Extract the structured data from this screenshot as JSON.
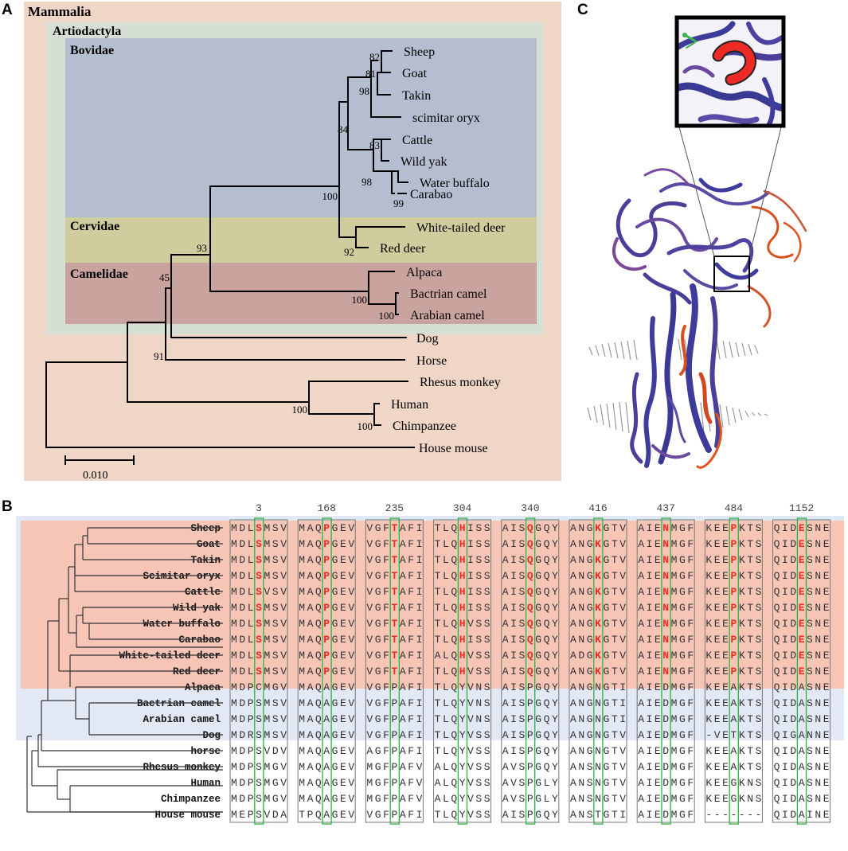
{
  "panels": {
    "a": "A",
    "b": "B",
    "c": "C"
  },
  "tree_a": {
    "groups": {
      "mammalia": "Mammalia",
      "artiodactyla": "Artiodactyla",
      "bovidae": "Bovidae",
      "cervidae": "Cervidae",
      "camelidae": "Camelidae"
    },
    "taxa": [
      "Sheep",
      "Goat",
      "Takin",
      "scimitar oryx",
      "Cattle",
      "Wild yak",
      "Water buffalo",
      "Carabao",
      "White-tailed deer",
      "Red deer",
      "Alpaca",
      "Bactrian camel",
      "Arabian camel",
      "Dog",
      "Horse",
      "Rhesus monkey",
      "Human",
      "Chimpanzee",
      "House mouse"
    ],
    "bootstrap": [
      "82",
      "81",
      "98",
      "84",
      "83",
      "98",
      "99",
      "100",
      "92",
      "93",
      "45",
      "100",
      "100",
      "91",
      "100",
      "100"
    ],
    "scale_label": "0.010"
  },
  "alignment": {
    "positions": [
      "3",
      "168",
      "235",
      "304",
      "340",
      "416",
      "437",
      "484",
      "1152"
    ],
    "rows": [
      {
        "name": "Sheep",
        "seqs": [
          "MDLSMSV",
          "MAQPGEV",
          "VGFTAFI",
          "TLQHISS",
          "AISQGQY",
          "ANGKGTV",
          "AIENMGF",
          "KEEPKTS",
          "QIDESNE"
        ]
      },
      {
        "name": "Goat",
        "seqs": [
          "MDLSMSV",
          "MAQPGEV",
          "VGFTAFI",
          "TLQHISS",
          "AISQGQY",
          "ANGKGTV",
          "AIENMGF",
          "KEEPKTS",
          "QIDESNE"
        ]
      },
      {
        "name": "Takin",
        "seqs": [
          "MDLSMSV",
          "MAQPGEV",
          "VGFTAFI",
          "TLQHISS",
          "AISQGQY",
          "ANGKGTV",
          "AIENMGF",
          "KEEPKTS",
          "QIDESNE"
        ]
      },
      {
        "name": "Scimitar oryx",
        "seqs": [
          "MDLSMSV",
          "MAQPGEV",
          "VGFTAFI",
          "TLQHISS",
          "AISQGQY",
          "ANGKGTV",
          "AIENMGF",
          "KEEPKTS",
          "QIDESNE"
        ]
      },
      {
        "name": "Cattle",
        "seqs": [
          "MDLSVSV",
          "MAQPGEV",
          "VGFTAFI",
          "TLQHISS",
          "AISQGQY",
          "ANGKGTV",
          "AIENMGF",
          "KEEPKTS",
          "QIDESNE"
        ]
      },
      {
        "name": "Wild yak",
        "seqs": [
          "MDLSMSV",
          "MAQPGEV",
          "VGFTAFI",
          "TLQHISS",
          "AISQGQY",
          "ANGKGTV",
          "AIENMGF",
          "KEEPKTS",
          "QIDESNE"
        ]
      },
      {
        "name": "Water buffalo",
        "seqs": [
          "MDLSMSV",
          "MAQPGEV",
          "VGFTAFI",
          "TLQHVSS",
          "AISQGQY",
          "ANGKGTV",
          "AIENMGF",
          "KEEPKTS",
          "QIDESNE"
        ]
      },
      {
        "name": "Carabao",
        "seqs": [
          "MDLSMSV",
          "MAQPGEV",
          "VGFTAFI",
          "TLQHISS",
          "AISQGQY",
          "ANGKGTV",
          "AIENMGF",
          "KEEPKTS",
          "QIDESNE"
        ]
      },
      {
        "name": "White-tailed deer",
        "seqs": [
          "MDLSMSV",
          "MAQPGEV",
          "VGFTAFI",
          "ALQHVSS",
          "AISQGQY",
          "ADGKGTV",
          "AIENMGF",
          "KEEPKTS",
          "QIDESNE"
        ]
      },
      {
        "name": "Red deer",
        "seqs": [
          "MDLSMSV",
          "MAQPGEV",
          "VGFTAFI",
          "TLQHVSS",
          "AISQGQY",
          "ANGKGTV",
          "AIENMGF",
          "KEEPKTS",
          "QIDESNE"
        ]
      },
      {
        "name": "Alpaca",
        "seqs": [
          "MDPCMGV",
          "MAQAGEV",
          "VGFPAFI",
          "TLQYVNS",
          "AISPGQY",
          "ANGNGTI",
          "AIEDMGF",
          "KEEAKTS",
          "QIDASNE"
        ]
      },
      {
        "name": "Bactrian camel",
        "seqs": [
          "MDPSMSV",
          "MAQAGEV",
          "VGFPAFI",
          "TLQYVNS",
          "AISPGQY",
          "ANGNGTI",
          "AIEDMGF",
          "KEEAKTS",
          "QIDASNE"
        ]
      },
      {
        "name": "Arabian camel",
        "seqs": [
          "MDPSMSV",
          "MAQAGEV",
          "VGFPAFI",
          "TLQYVNS",
          "AISPGQY",
          "ANGNGTI",
          "AIEDMGF",
          "KEEAKTS",
          "QIDASNE"
        ]
      },
      {
        "name": "Dog",
        "seqs": [
          "MDRSMSV",
          "MAQAGEV",
          "VGFPAFI",
          "TLQYVSS",
          "AISPGQY",
          "ANGNGTV",
          "AIEDMGF",
          "-VETKTS",
          "QIGANNE"
        ]
      },
      {
        "name": "horse",
        "seqs": [
          "MDPSVDV",
          "MAQAGEV",
          "AGFPAFI",
          "TLQYVSS",
          "AISPGQY",
          "ANGNGTV",
          "AIEDMGF",
          "KEEAKTS",
          "QIDASNE"
        ]
      },
      {
        "name": "Rhesus monkey",
        "seqs": [
          "MDPSMGV",
          "MAQAGEV",
          "MGFPAFV",
          "ALQYVSS",
          "AVSPGQY",
          "ANSNGTV",
          "AIEDMGF",
          "KEEAKTS",
          "QIDASNE"
        ]
      },
      {
        "name": "Human",
        "seqs": [
          "MDPSMGV",
          "MAQAGEV",
          "MGFPAFV",
          "ALQYVSS",
          "AVSPGLY",
          "ANSNGTV",
          "AIEDMGF",
          "KEEGKNS",
          "QIDASNE"
        ]
      },
      {
        "name": "Chimpanzee",
        "seqs": [
          "MDPSMGV",
          "MAQAGEV",
          "MGFPAFV",
          "ALQYVSS",
          "AVSPGLY",
          "ANSNGTV",
          "AIEDMGF",
          "KEEGKNS",
          "QIDASNE"
        ]
      },
      {
        "name": "House mouse",
        "seqs": [
          "MEPSVDA",
          "TPQAGEV",
          "VGFPAFI",
          "TLQYVSS",
          "AISPGQY",
          "ANSTGTI",
          "AIEDMGF",
          "-------",
          "QIDAINE"
        ]
      }
    ],
    "highlight_rows": 10
  },
  "colors": {
    "mammalia_bg": "#f0d6c6",
    "artiodactyla_bg": "#d6dfd4",
    "bovidae_bg": "#b5bed0",
    "cervidae_bg": "#cfcc9d",
    "camelidae_bg": "#c9a39e",
    "alignment_pink": "#f6c5b6",
    "alignment_blue": "#e2e8f4",
    "highlight_red": "#ee2a24",
    "column_green": "#26b53b",
    "protein_blue": "#3e3c9a",
    "protein_red": "#dc4a22"
  },
  "icons": {
    "structure": "protein-structure-ribbon-icon"
  }
}
